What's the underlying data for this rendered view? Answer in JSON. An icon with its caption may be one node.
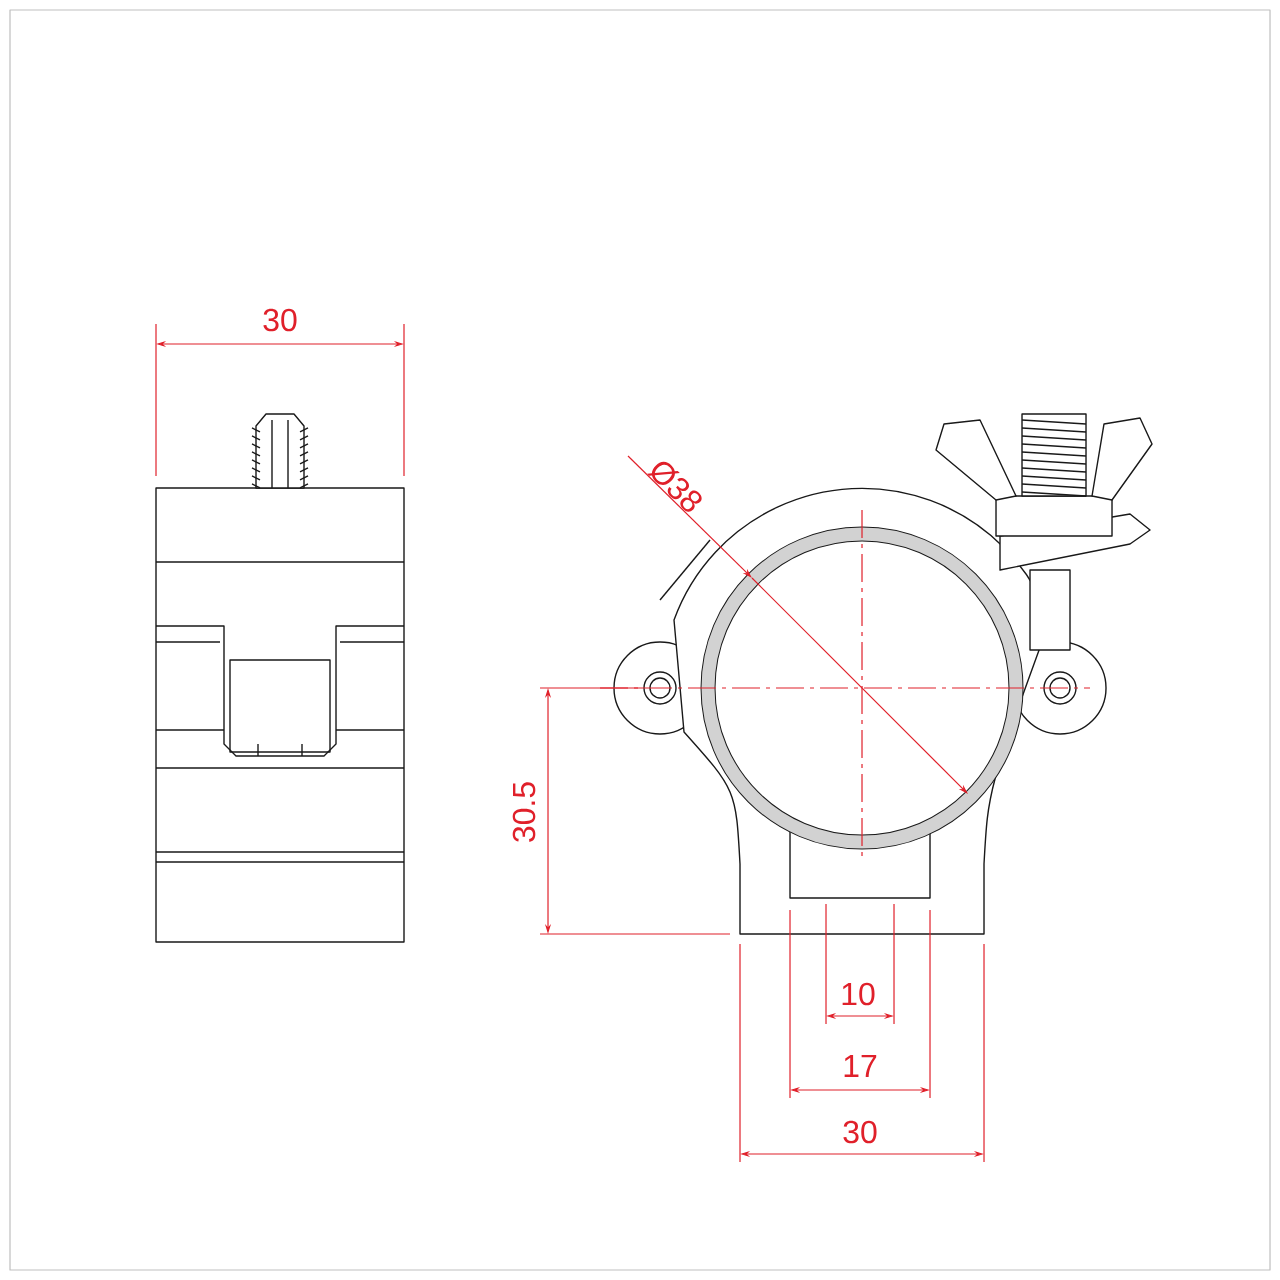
{
  "diagram": {
    "labels": [
      "30",
      "Ø38",
      "30.5",
      "10",
      "17",
      "30"
    ]
  }
}
